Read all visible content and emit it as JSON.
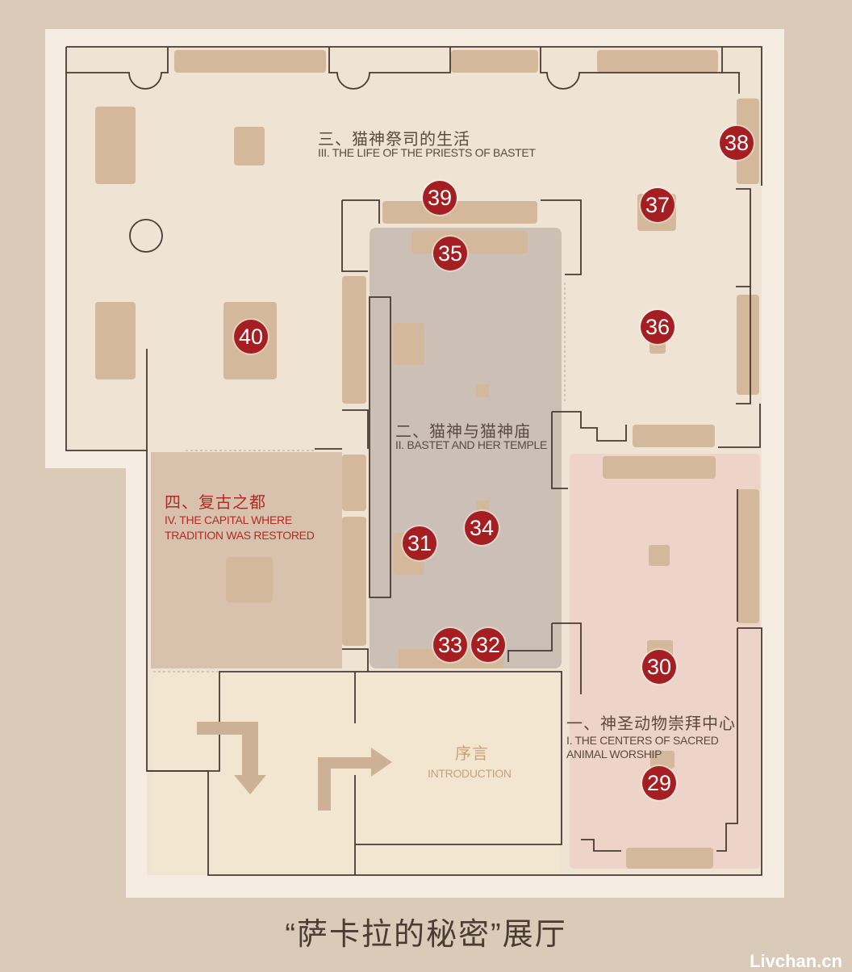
{
  "zones": {
    "priests": {
      "zh": "三、猫神祭司的生活",
      "en": "III. THE LIFE OF THE PRIESTS OF BASTET"
    },
    "temple": {
      "zh": "二、猫神与猫神庙",
      "en": "II. BASTET AND HER TEMPLE"
    },
    "capital": {
      "zh": "四、复古之都",
      "en1": "IV. THE CAPITAL WHERE",
      "en2": "TRADITION WAS RESTORED"
    },
    "intro": {
      "zh": "序言",
      "en": "INTRODUCTION"
    },
    "worship": {
      "zh": "一、神圣动物崇拜中心",
      "en1": "I. THE CENTERS OF SACRED",
      "en2": "ANIMAL WORSHIP"
    }
  },
  "markers": [
    "29",
    "30",
    "31",
    "32",
    "33",
    "34",
    "35",
    "36",
    "37",
    "38",
    "39",
    "40"
  ],
  "hall_title": "“萨卡拉的秘密”展厅",
  "watermark": "Livchan.cn",
  "colors": {
    "background": "#d9cbb8",
    "floor": "#efe3d4",
    "temple_zone": "#cbbfb6",
    "capital_zone": "#d8c2ae",
    "worship_zone": "#eed3c9",
    "intro_zone": "#f3e6d1",
    "showcase": "#d3b89b",
    "marker": "#a41e22",
    "zone_text_red": "#b02a26",
    "zone_text_dark": "#5a4a42",
    "intro_text": "#c8a07a"
  }
}
